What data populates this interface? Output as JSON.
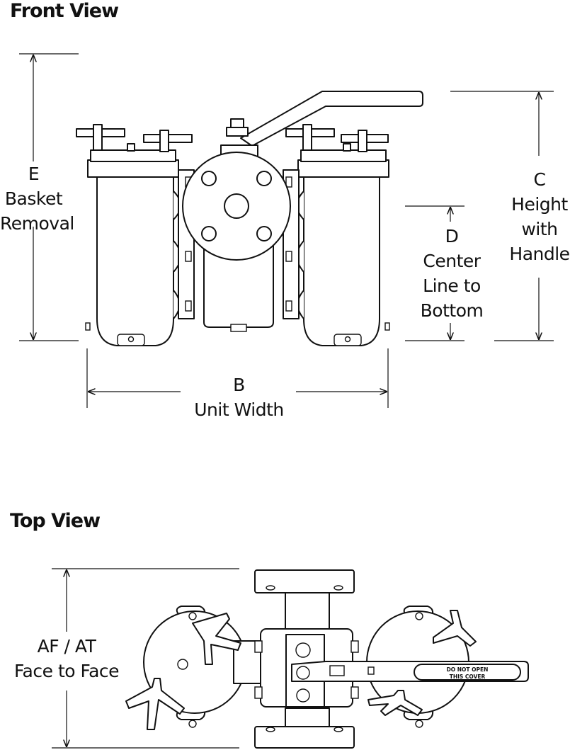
{
  "headings": {
    "front_view": "Front View",
    "top_view": "Top View"
  },
  "dimensions": {
    "e": {
      "letter": "E",
      "line1": "Basket",
      "line2": "Removal"
    },
    "c": {
      "letter": "C",
      "line1": "Height",
      "line2": "with",
      "line3": "Handle"
    },
    "d": {
      "letter": "D",
      "line1": "Center",
      "line2": "Line to",
      "line3": "Bottom"
    },
    "b": {
      "letter": "B",
      "line1": "Unit Width"
    },
    "af": {
      "line1": "AF / AT",
      "line2": "Face to Face"
    }
  },
  "handle_plate": {
    "line1": "DO NOT OPEN",
    "line2": "THIS COVER"
  },
  "colors": {
    "ink": "#111111",
    "background": "#ffffff"
  }
}
